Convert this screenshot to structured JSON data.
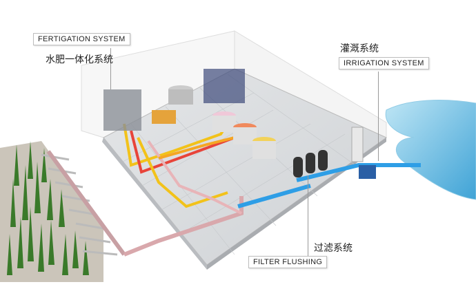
{
  "labels": {
    "fertigation_en": "FERTIGATION SYSTEM",
    "fertigation_zh": "水肥一体化系统",
    "irrigation_zh": "灌溉系统",
    "irrigation_en": "IRRIGATION SYSTEM",
    "filter_zh": "过滤系统",
    "filter_en": "FILTER FLUSHING"
  },
  "colors": {
    "water": "#5fb7e0",
    "pipe_yellow": "#f2c21a",
    "pipe_red": "#e8443a",
    "pipe_pink": "#e8b4b8",
    "pipe_blue": "#2e9ee6",
    "plants": "#3a7a2a"
  }
}
